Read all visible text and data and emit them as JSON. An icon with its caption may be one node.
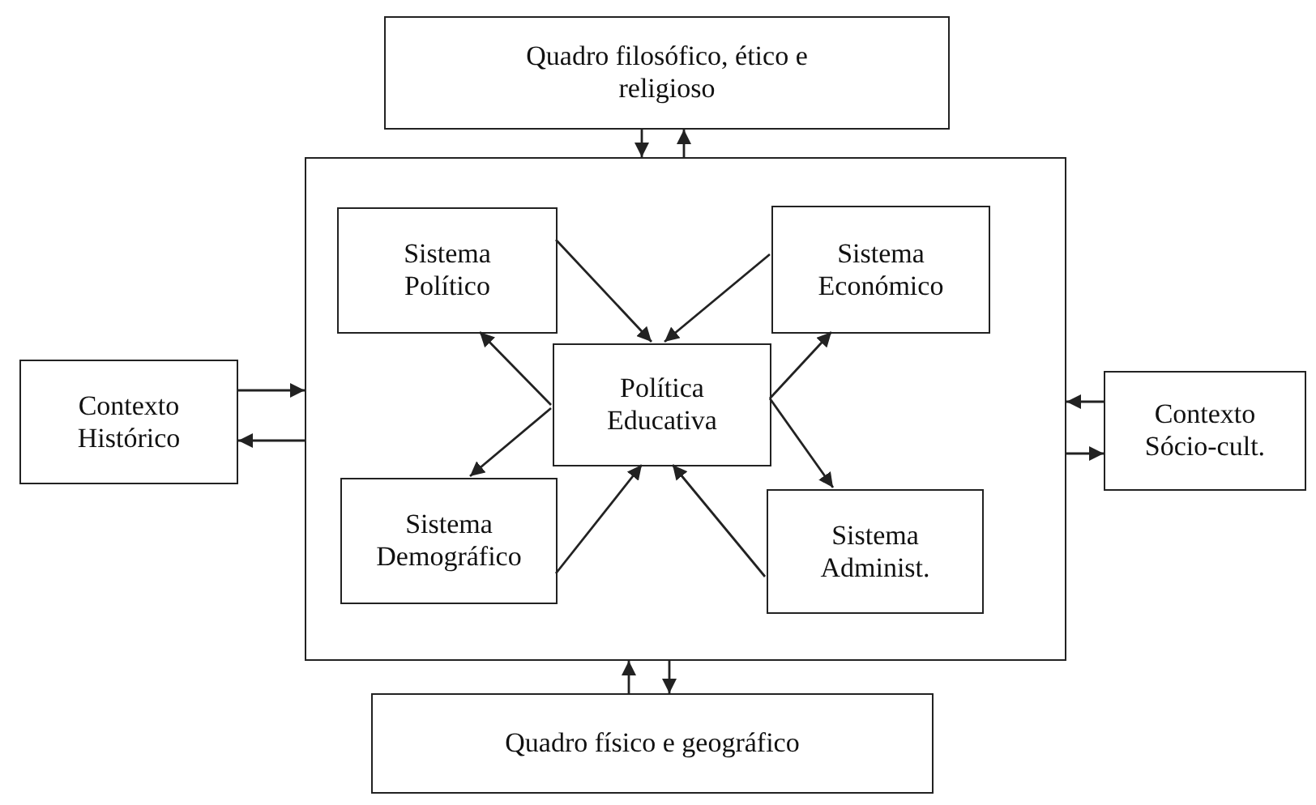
{
  "diagram": {
    "nodes": [
      {
        "text": [
          "Quadro filosófico, ético e religioso"
        ]
      },
      {
        "text": [],
        "shape": "box"
      },
      {
        "text": [
          "Contexto Histórico"
        ]
      },
      {
        "text": [
          "Sistema Político"
        ],
        "in": 1
      },
      {
        "text": [
          "Sistema Económico"
        ],
        "in": 1
      },
      {
        "text": [
          "Política Educativa"
        ],
        "in": 1
      },
      {
        "text": [
          "Contexto Sócio-cult."
        ]
      },
      {
        "text": [
          "Sistema Demográfico"
        ],
        "in": 1
      },
      {
        "text": [
          "Sistema Administ."
        ],
        "in": 1
      },
      {
        "text": [
          "Quadro físico e geográfico"
        ]
      }
    ],
    "edges": [
      {
        "from": 0,
        "to": 1,
        "arrow": "to"
      },
      {
        "from": 1,
        "to": 0,
        "arrow": "to"
      },
      {
        "from": 2,
        "to": 1,
        "arrow": "to"
      },
      {
        "from": 1,
        "to": 2,
        "arrow": "to"
      },
      {
        "from": 3,
        "to": 5,
        "arrow": "to"
      },
      {
        "from": 5,
        "to": 3,
        "arrow": "to"
      },
      {
        "from": 4,
        "to": 5,
        "arrow": "to"
      },
      {
        "from": 5,
        "to": 4,
        "arrow": "to"
      },
      {
        "from": 5,
        "to": 7,
        "arrow": "to"
      },
      {
        "from": 7,
        "to": 5,
        "arrow": "to"
      },
      {
        "from": 5,
        "to": 8,
        "arrow": "to"
      },
      {
        "from": 8,
        "to": 5,
        "arrow": "to"
      },
      {
        "from": 6,
        "to": 1,
        "arrow": "to"
      },
      {
        "from": 1,
        "to": 6,
        "arrow": "to"
      },
      {
        "from": 9,
        "to": 1,
        "arrow": "to"
      },
      {
        "from": 1,
        "to": 9,
        "arrow": "to"
      }
    ]
  }
}
